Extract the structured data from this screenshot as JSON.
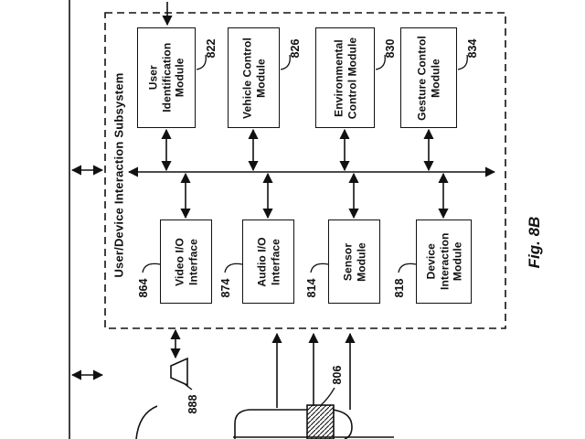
{
  "figure": {
    "label": "Fig. 8B",
    "subsystem_title": "User/Device Interaction Subsystem",
    "top_modules": [
      {
        "label": "User Identification Module",
        "ref": "822"
      },
      {
        "label": "Vehicle Control Module",
        "ref": "826"
      },
      {
        "label": "Environmental Control Module",
        "ref": "830"
      },
      {
        "label": "Gesture Control Module",
        "ref": "834"
      }
    ],
    "bottom_modules": [
      {
        "label": "Video I/O Interface",
        "ref": "864"
      },
      {
        "label": "Audio I/O Interface",
        "ref": "874"
      },
      {
        "label": "Sensor Module",
        "ref": "814"
      },
      {
        "label": "Device Interaction Module",
        "ref": "818"
      }
    ],
    "speaker_ref": "888",
    "device_ref": "806"
  }
}
